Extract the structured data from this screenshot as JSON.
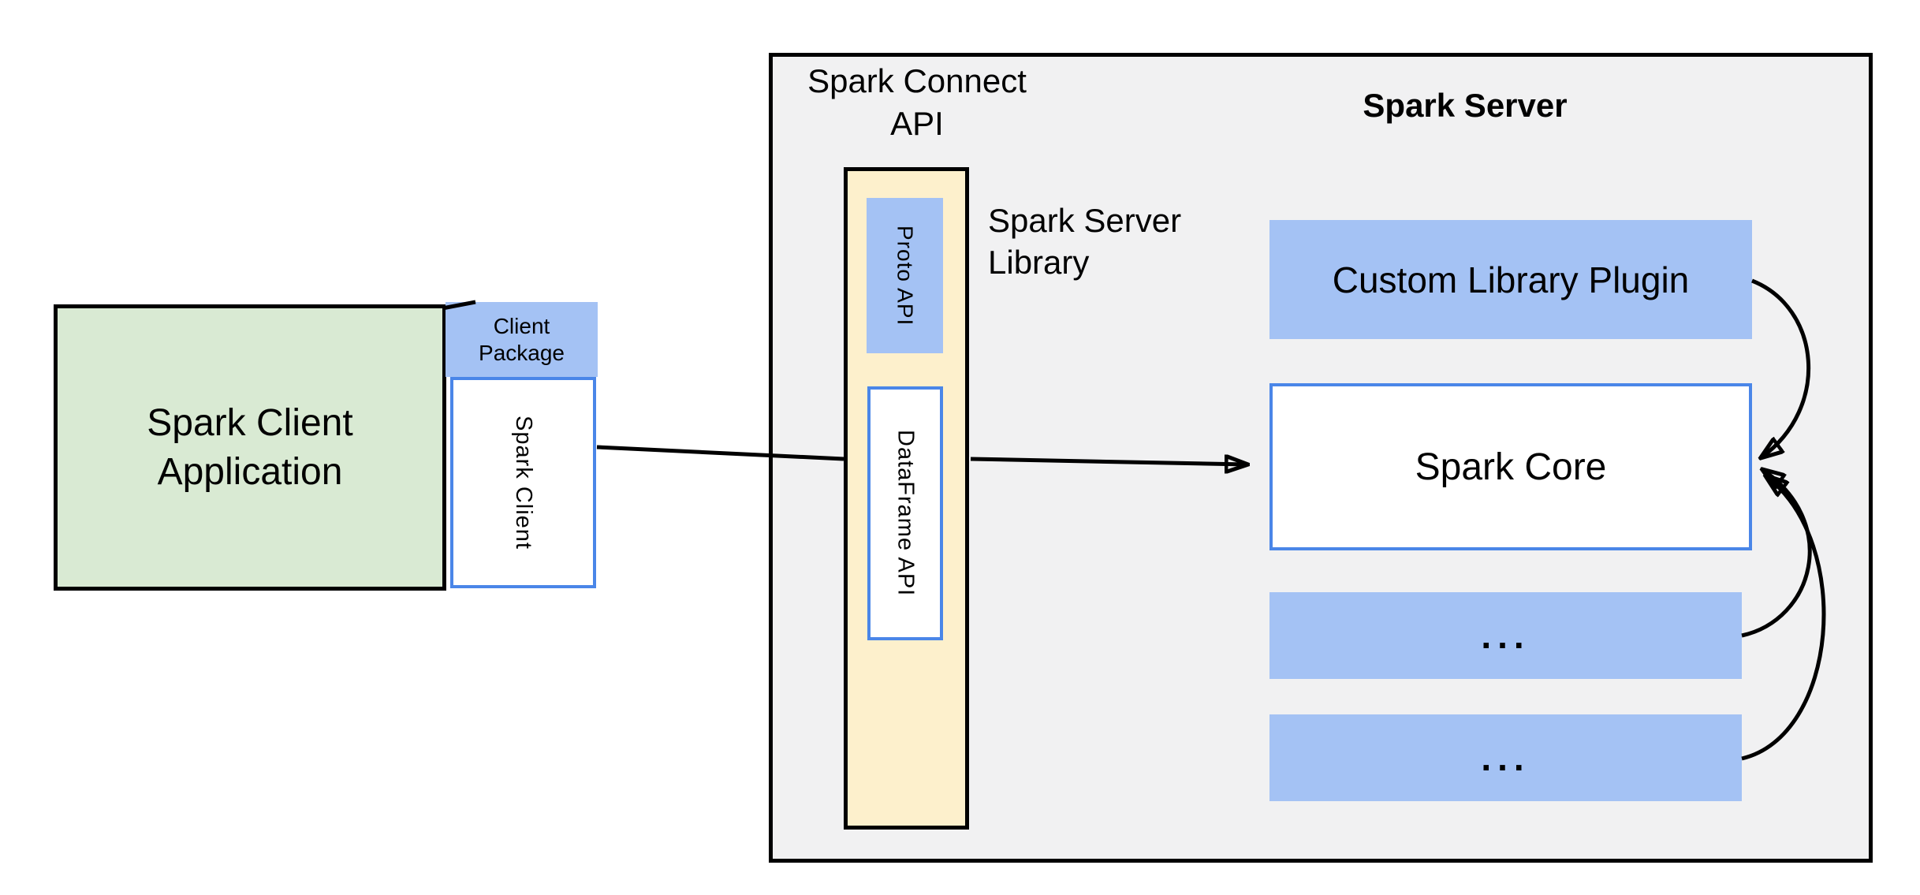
{
  "colors": {
    "client_app_fill": "#d9ead3",
    "accent_blue_fill": "#a4c2f4",
    "library_column_fill": "#fdf0cc",
    "server_region_fill": "#f1f1f2",
    "blue_border": "#4a86e8",
    "line_color": "#000000"
  },
  "client_side": {
    "application_box": {
      "line1": "Spark Client",
      "line2": "Application"
    },
    "client_package_box": {
      "line1": "Client",
      "line2": "Package"
    },
    "spark_client_box": {
      "label": "Spark Client"
    }
  },
  "connect_api": {
    "heading_line1": "Spark Connect",
    "heading_line2": "API",
    "library_column": {
      "proto_api_label": "Proto API",
      "dataframe_api_label": "DataFrame API"
    },
    "library_label_line1": "Spark Server",
    "library_label_line2": "Library"
  },
  "server": {
    "title": "Spark Server",
    "custom_library_plugin_label": "Custom Library Plugin",
    "spark_core_label": "Spark Core",
    "placeholder1_label": "...",
    "placeholder2_label": "..."
  }
}
